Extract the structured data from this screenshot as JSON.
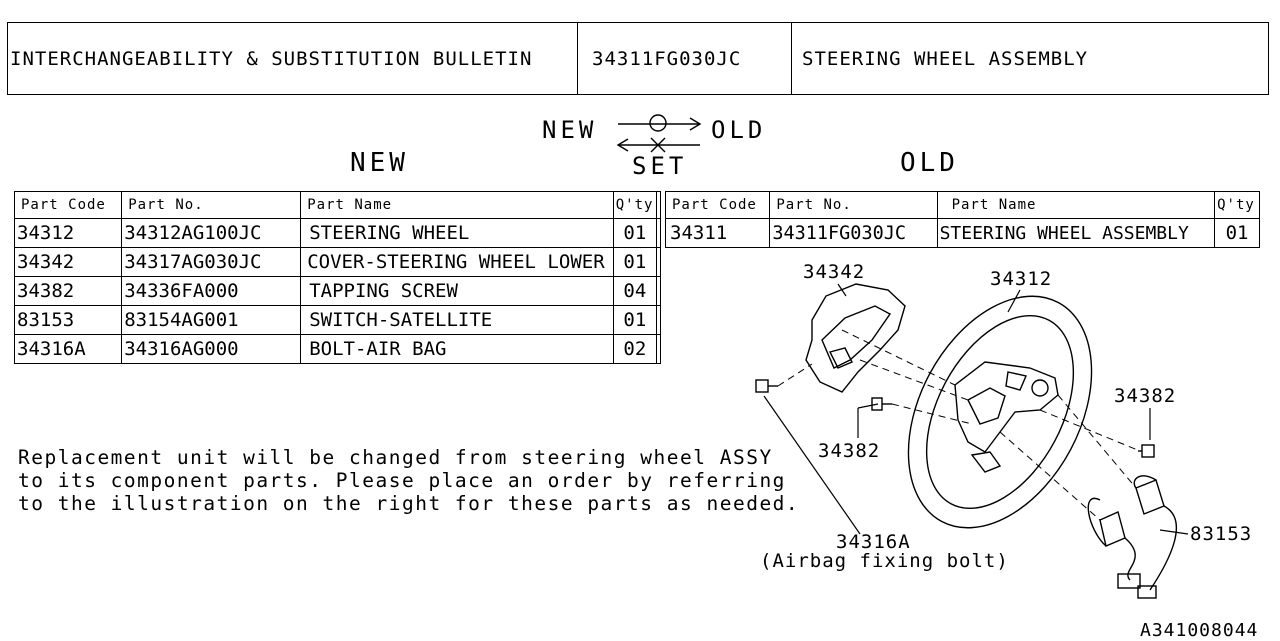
{
  "header": {
    "bulletin": "INTERCHANGEABILITY & SUBSTITUTION BULLETIN",
    "part_no": "34311FG030JC",
    "description": "STEERING WHEEL ASSEMBLY"
  },
  "legend": {
    "new": "NEW",
    "old": "OLD",
    "set": "SET"
  },
  "new_title": "NEW",
  "old_title": "OLD",
  "columns": {
    "code": "Part Code",
    "no": "Part No.",
    "name": "Part Name",
    "qty": "Q'ty"
  },
  "new_rows": [
    {
      "code": "34312",
      "no": "34312AG100JC",
      "name": "STEERING WHEEL",
      "qty": "01"
    },
    {
      "code": "34342",
      "no": "34317AG030JC",
      "name": "COVER-STEERING WHEEL LOWER",
      "qty": "01"
    },
    {
      "code": "34382",
      "no": "34336FA000",
      "name": "TAPPING SCREW",
      "qty": "04"
    },
    {
      "code": "83153",
      "no": "83154AG001",
      "name": "SWITCH-SATELLITE",
      "qty": "01"
    },
    {
      "code": "34316A",
      "no": "34316AG000",
      "name": "BOLT-AIR BAG",
      "qty": "02"
    }
  ],
  "old_rows": [
    {
      "code": "34311",
      "no": "34311FG030JC",
      "name": "STEERING WHEEL ASSEMBLY",
      "qty": "01"
    }
  ],
  "note": {
    "line1": "Replacement unit will be changed from steering wheel ASSY",
    "line2": "to its component parts. Please place an order by referring",
    "line3": "to the illustration on the right for these parts as needed."
  },
  "callouts": {
    "c34342": "34342",
    "c34312": "34312",
    "c34382_right": "34382",
    "c34382_left": "34382",
    "c34316a": "34316A",
    "c34316a_desc": "(Airbag fixing bolt)",
    "c83153": "83153"
  },
  "figure_id": "A341008044"
}
